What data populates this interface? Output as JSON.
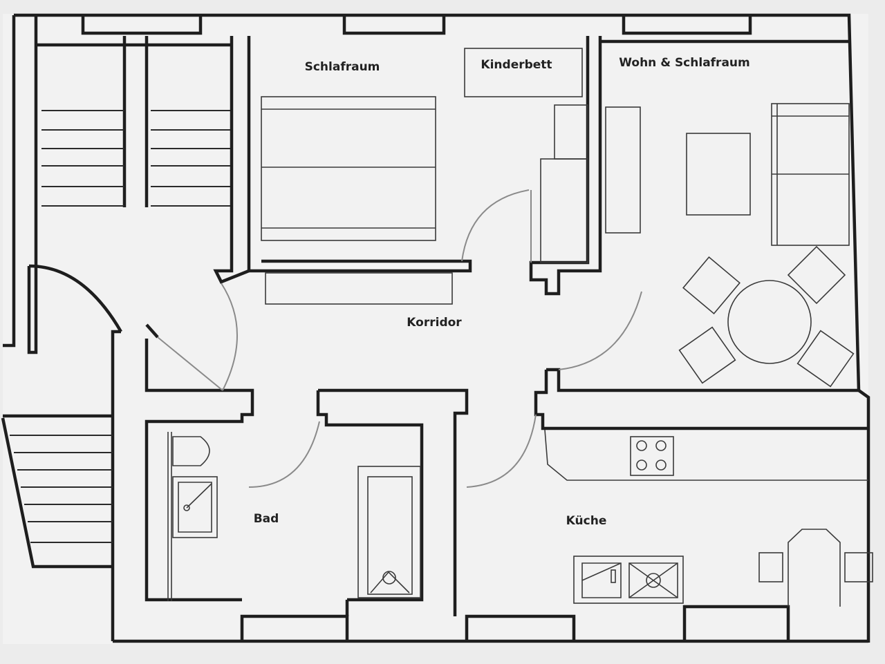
{
  "rooms": {
    "schlafraum": "Schlafraum",
    "kinderbett": "Kinderbett",
    "wohn_schlafraum": "Wohn & Schlafraum",
    "korridor": "Korridor",
    "bad": "Bad",
    "kueche": "Küche"
  },
  "colors": {
    "paper": "#ececec",
    "wall": "#1e1e1e",
    "door_arc": "#8a8a8a"
  }
}
